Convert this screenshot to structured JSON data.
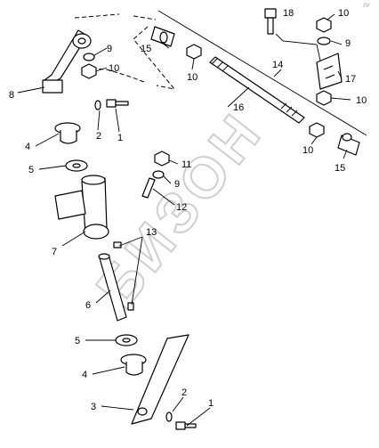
{
  "corner_mark": "ЛУ",
  "watermark": "БИЗОН",
  "callouts": [
    "1",
    "2",
    "3",
    "4",
    "5",
    "6",
    "7",
    "8",
    "9",
    "10",
    "11",
    "12",
    "13",
    "14",
    "15",
    "16",
    "17",
    "18"
  ]
}
